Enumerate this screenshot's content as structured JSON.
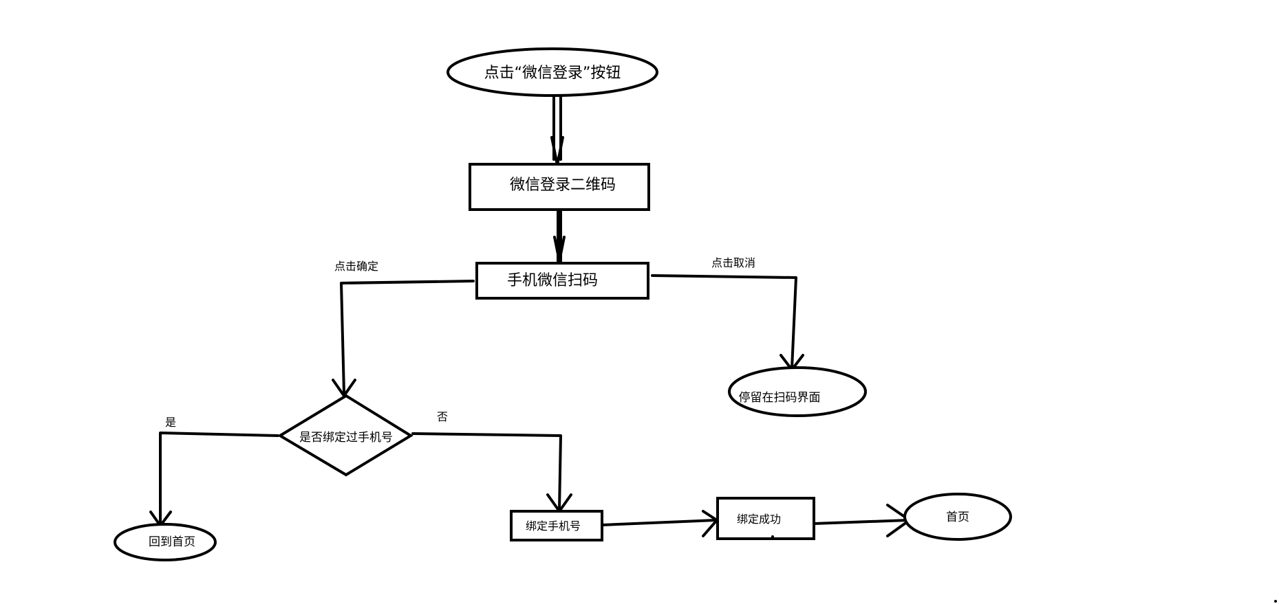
{
  "nodes": {
    "start": "点击“微信登录”按钮",
    "qr_code": "微信登录二维码",
    "phone_scan": "手机微信扫码",
    "stay_scan_page": "停留在扫码界面",
    "decision": "是否绑定过手机号",
    "back_home": "回到首页",
    "bind_phone": "绑定手机号",
    "bind_success": "绑定成功",
    "home": "首页"
  },
  "edge_labels": {
    "confirm": "点击确定",
    "cancel": "点击取消",
    "yes": "是",
    "no": "否"
  },
  "colors": {
    "stroke": "#000000",
    "background": "#ffffff"
  }
}
